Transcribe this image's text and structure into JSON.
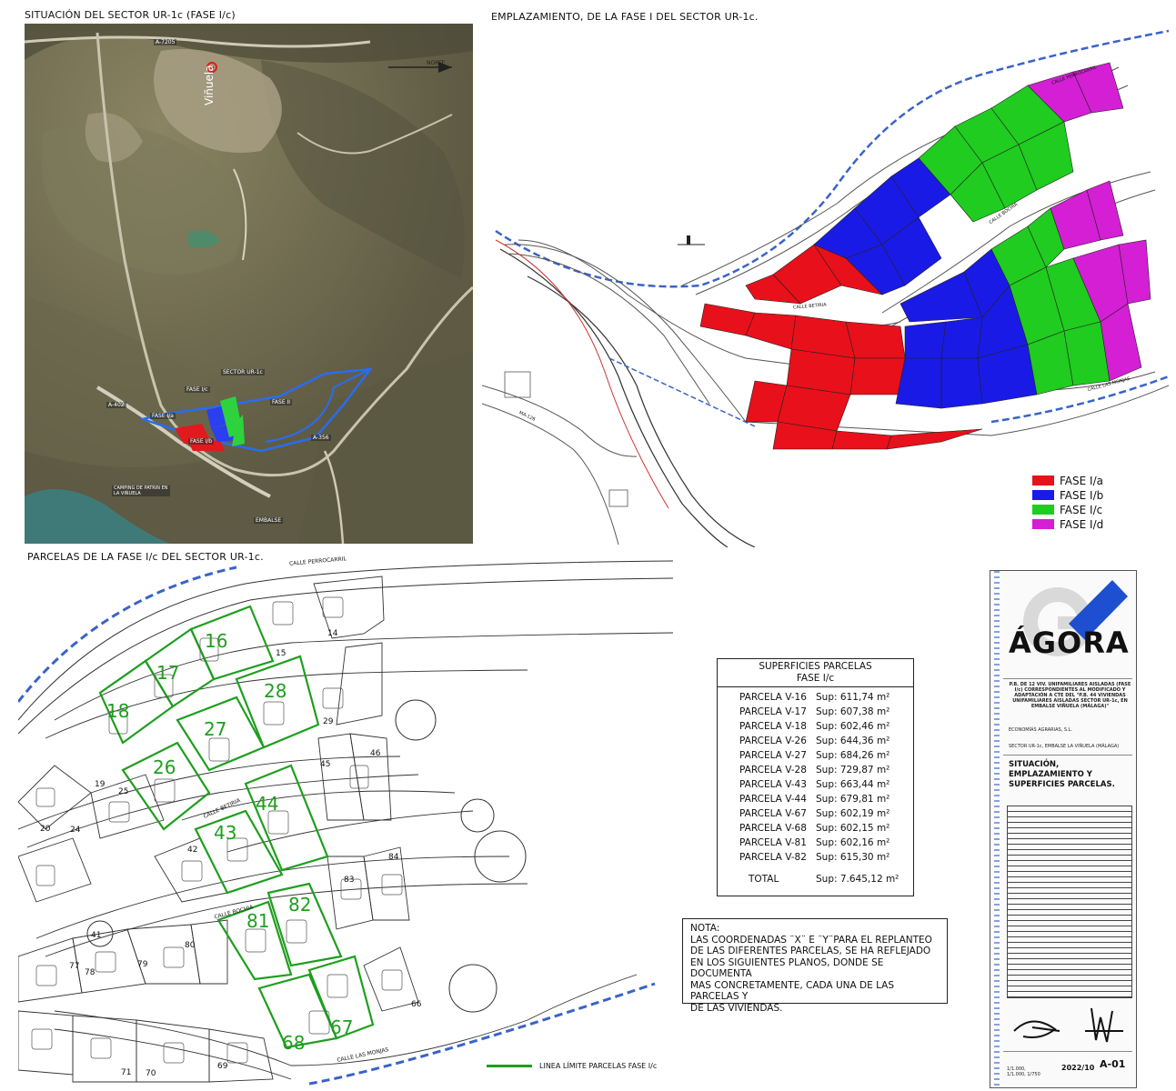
{
  "panels": {
    "aerial_title": "SITUACIÓN DEL SECTOR UR-1c (FASE I/c)",
    "site_title": "EMPLAZAMIENTO, DE LA FASE I DEL SECTOR UR-1c.",
    "parcels_title": "PARCELAS DE LA FASE I/c DEL SECTOR UR-1c."
  },
  "aerial_labels": {
    "road_a": "A-7205",
    "town": "Viñuela",
    "north": "NORTE",
    "sector": "SECTOR UR-1c",
    "fase_ic": "FASE I/c",
    "fase_ia": "FASE I/a",
    "fase_ii": "FASE II",
    "fase_ib": "FASE I/b",
    "road_b": "A-402",
    "road_c": "A-356",
    "camping": "CAMPING DE PATRIN EN LA VIÑUELA",
    "embalse": "EMBALSE"
  },
  "site_labels": {
    "street_top": "CALLE PERROCARRIL",
    "street_mid": "CALLE BETIRIA",
    "street_low": "CALLE BOCHIA",
    "street_right": "CALLE LAS MONJAS",
    "road": "MA-126"
  },
  "legend": [
    {
      "label": "FASE I/a",
      "color": "#e8101a"
    },
    {
      "label": "FASE I/b",
      "color": "#1a1ae6"
    },
    {
      "label": "FASE I/c",
      "color": "#1fcc1f"
    },
    {
      "label": "FASE I/d",
      "color": "#d41fd4"
    }
  ],
  "parcel_map": {
    "street_labels": [
      "CALLE PERROCARRIL",
      "CALLE BETIRIA",
      "CALLE BOCHIA",
      "CALLE LAS MONJAS"
    ],
    "green_numbers": [
      "16",
      "17",
      "18",
      "28",
      "27",
      "26",
      "44",
      "43",
      "82",
      "81",
      "68",
      "67"
    ],
    "black_numbers": [
      "14",
      "15",
      "29",
      "46",
      "45",
      "19",
      "25",
      "20",
      "24",
      "42",
      "84",
      "83",
      "41",
      "80",
      "79",
      "78",
      "77",
      "66",
      "71",
      "70",
      "69"
    ],
    "line_legend": "LINEA LÍMITE PARCELAS FASE I/c",
    "line_color": "#1e9e1e"
  },
  "table": {
    "title_1": "SUPERFICIES PARCELAS",
    "title_2": "FASE I/c",
    "rows": [
      {
        "name": "PARCELA V-16",
        "sup": "Sup: 611,74 m²"
      },
      {
        "name": "PARCELA V-17",
        "sup": "Sup: 607,38 m²"
      },
      {
        "name": "PARCELA V-18",
        "sup": "Sup: 602,46 m²"
      },
      {
        "name": "PARCELA V-26",
        "sup": "Sup: 644,36 m²"
      },
      {
        "name": "PARCELA V-27",
        "sup": "Sup: 684,26 m²"
      },
      {
        "name": "PARCELA V-28",
        "sup": "Sup: 729,87 m²"
      },
      {
        "name": "PARCELA V-43",
        "sup": "Sup: 663,44 m²"
      },
      {
        "name": "PARCELA V-44",
        "sup": "Sup: 679,81 m²"
      },
      {
        "name": "PARCELA V-67",
        "sup": "Sup: 602,19 m²"
      },
      {
        "name": "PARCELA V-68",
        "sup": "Sup: 602,15 m²"
      },
      {
        "name": "PARCELA V-81",
        "sup": "Sup: 602,16 m²"
      },
      {
        "name": "PARCELA V-82",
        "sup": "Sup: 615,30 m²"
      }
    ],
    "total_label": "TOTAL",
    "total_value": "Sup: 7.645,12 m²"
  },
  "note": {
    "heading": "NOTA:",
    "lines": [
      "LAS COORDENADAS ¨X¨ E ¨Y¨PARA EL REPLANTEO",
      "DE LAS DIFERENTES PARCELAS, SE HA REFLEJADO",
      "EN LOS SIGUIENTES PLANOS, DONDE SE DOCUMENTA",
      "MAS CONCRETAMENTE, CADA UNA DE LAS PARCELAS Y",
      "DE LAS VIVIENDAS."
    ]
  },
  "title_block": {
    "logo_text": "ÁGORA",
    "project": "P.B. DE 12 VIV. UNIFAMILIARES AISLADAS (FASE I/c) CORRESPONDIENTES AL MODIFICADO Y ADAPTACIÓN A CTE DEL \"P.B. 44 VIVIENDAS UNIFAMILIARES AISLADAS SECTOR UR-1c, EN EMBALSE VIÑUELA (MÁLAGA)\"",
    "promoter": "ECONOMÍAS AGRARIAS, S.L.",
    "location": "SECTOR UR-1c, EMBALSE LA VIÑUELA (MÁLAGA)",
    "drawing_title": "SITUACIÓN, EMPLAZAMIENTO Y SUPERFICIES PARCELAS.",
    "date": "2022/10",
    "sheet": "A-01",
    "scale": "1/1.000, 1/1.000, 1/750"
  }
}
